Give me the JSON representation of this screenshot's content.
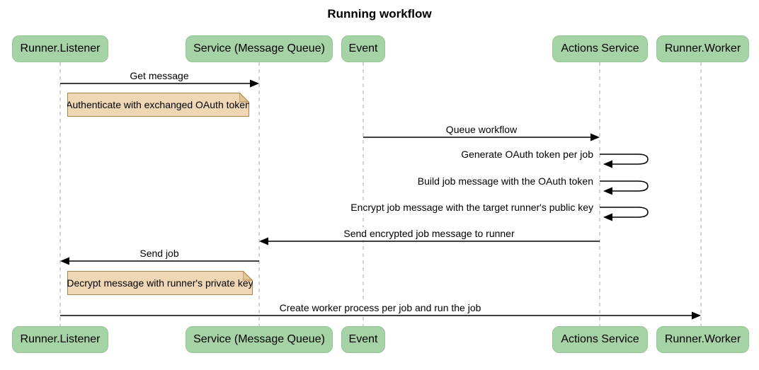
{
  "title": "Running workflow",
  "colors": {
    "participant_fill": "#A6D3A6",
    "participant_stroke": "#95C495",
    "note_fill": "#EFD7B5",
    "note_stroke": "#A9824E",
    "note_fold": "#E3C493",
    "lifeline": "#B3B3B3",
    "arrow": "#000000"
  },
  "participants": [
    {
      "label": "Runner.Listener"
    },
    {
      "label": "Service (Message Queue)"
    },
    {
      "label": "Event"
    },
    {
      "label": "Actions Service"
    },
    {
      "label": "Runner.Worker"
    }
  ],
  "messages": [
    {
      "text": "Get message",
      "from": "Runner.Listener",
      "to": "Service (Message Queue)",
      "type": "arrow"
    },
    {
      "text": "Queue workflow",
      "from": "Event",
      "to": "Actions Service",
      "type": "arrow"
    },
    {
      "text": "Generate OAuth token per job",
      "from": "Actions Service",
      "to": "Actions Service",
      "type": "self"
    },
    {
      "text": "Build job message with the OAuth token",
      "from": "Actions Service",
      "to": "Actions Service",
      "type": "self"
    },
    {
      "text": "Encrypt job message with the target runner's public key",
      "from": "Actions Service",
      "to": "Actions Service",
      "type": "self"
    },
    {
      "text": "Send encrypted job message to runner",
      "from": "Actions Service",
      "to": "Service (Message Queue)",
      "type": "arrow"
    },
    {
      "text": "Send job",
      "from": "Service (Message Queue)",
      "to": "Runner.Listener",
      "type": "arrow"
    },
    {
      "text": "Create worker process per job and run the job",
      "from": "Runner.Listener",
      "to": "Runner.Worker",
      "type": "arrow"
    }
  ],
  "notes": [
    {
      "text": "Authenticate with exchanged OAuth token",
      "position": "right of Runner.Listener"
    },
    {
      "text": "Decrypt message with runner's private key",
      "position": "right of Runner.Listener"
    }
  ]
}
